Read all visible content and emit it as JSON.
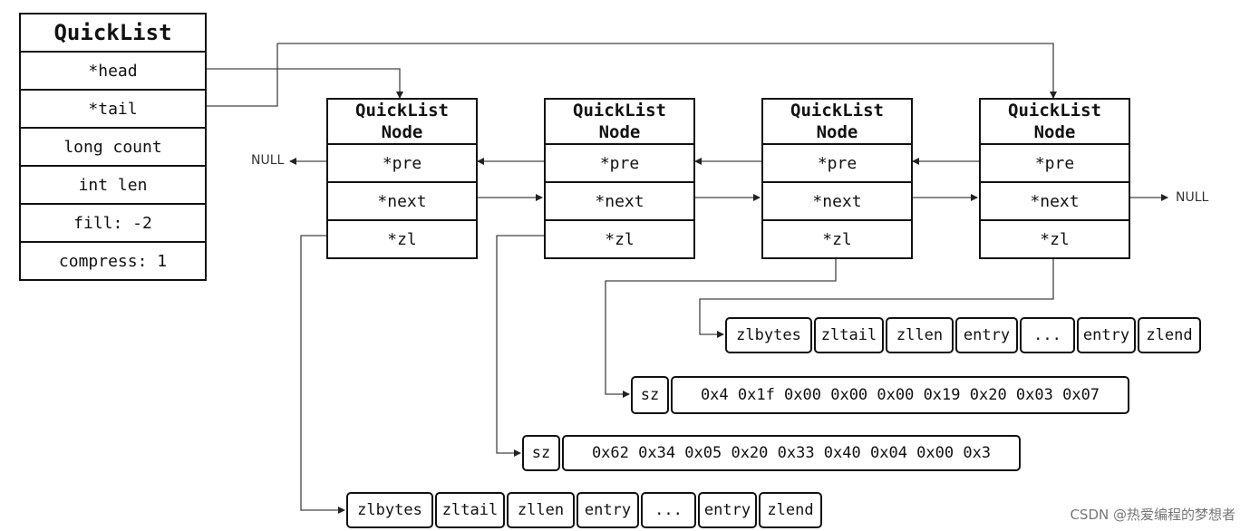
{
  "quicklist": {
    "title": "QuickList",
    "fields": [
      "*head",
      "*tail",
      "long count",
      "int len",
      "fill: -2",
      "compress: 1"
    ]
  },
  "nodes": [
    {
      "title": "QuickList\nNode",
      "fields": [
        "*pre",
        "*next",
        "*zl"
      ]
    },
    {
      "title": "QuickList\nNode",
      "fields": [
        "*pre",
        "*next",
        "*zl"
      ]
    },
    {
      "title": "QuickList\nNode",
      "fields": [
        "*pre",
        "*next",
        "*zl"
      ]
    },
    {
      "title": "QuickList\nNode",
      "fields": [
        "*pre",
        "*next",
        "*zl"
      ]
    }
  ],
  "null_left": "NULL",
  "null_right": "NULL",
  "ziplist_node4": [
    "zlbytes",
    "zltail",
    "zllen",
    "entry",
    "...",
    "entry",
    "zlend"
  ],
  "compressed_node3": {
    "sz": "sz",
    "bytes": "0x4 0x1f 0x00 0x00 0x00 0x19 0x20 0x03 0x07"
  },
  "compressed_node2": {
    "sz": "sz",
    "bytes": "0x62 0x34 0x05 0x20 0x33 0x40 0x04 0x00 0x3"
  },
  "ziplist_node1": [
    "zlbytes",
    "zltail",
    "zllen",
    "entry",
    "...",
    "entry",
    "zlend"
  ],
  "watermark": "CSDN @热爱编程的梦想者"
}
